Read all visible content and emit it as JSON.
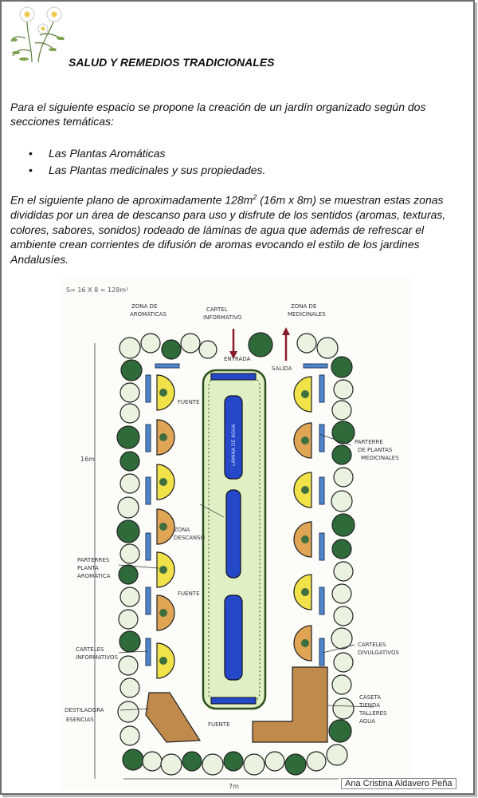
{
  "page": {
    "title": "SALUD Y REMEDIOS TRADICIONALES",
    "intro": "Para el siguiente espacio se propone  la creación de un jardín organizado según  dos secciones temáticas:",
    "list_items": [
      "Las Plantas Aromáticas",
      "Las Plantas medicinales y sus propiedades."
    ],
    "desc_before_sup": "En el siguiente plano de aproximadamente 128m",
    "desc_sup": "2",
    "desc_after_sup": " (16m x 8m) se muestran estas zonas divididas por un área de descanso para uso y disfrute de los sentidos (aromas, texturas, colores, sabores, sonidos) rodeado de láminas de agua que además de refrescar el ambiente crean corrientes de difusión de aromas evocando el estilo de los jardines Andalusíes.",
    "credit": "Ana Cristina Aldavero Peña"
  },
  "plan": {
    "top_note": "S= 16 X 8 = 128m²",
    "zona_aromaticas_1": "ZONA DE",
    "zona_aromaticas_2": "AROMÁTICAS",
    "cartel_informativo_1": "CARTEL",
    "cartel_informativo_2": "INFORMATIVO",
    "entrada": "ENTRADA",
    "zona_medicinales_1": "ZONA DE",
    "zona_medicinales_2": "MEDICINALES",
    "salida": "SALIDA",
    "fuente_1": "FUENTE",
    "fuente_2": "FUENTE",
    "fuente_3": "FUENTE",
    "height_label": "16m",
    "width_label": "7m",
    "zona_descanso_1": "ZONA",
    "zona_descanso_2": "DESCANSO",
    "lamina_agua": "LÁMINA DE AGUA",
    "parterres_aromatica_1": "PARTERRES",
    "parterres_aromatica_2": "PLANTA",
    "parterres_aromatica_3": "AROMÁTICA",
    "parterre_medicinales_1": "PARTERRE",
    "parterre_medicinales_2": "DE PLANTAS",
    "parterre_medicinales_3": "MEDICINALES",
    "carteles_informativos_1": "CARTELES",
    "carteles_informativos_2": "INFORMATIVOS",
    "carteles_divulgativos_1": "CARTELES",
    "carteles_divulgativos_2": "DIVULGATIVOS",
    "destiladora_1": "DESTILADORA",
    "destiladora_2": "ESENCIAS",
    "caseta_1": "CASETA",
    "caseta_2": "TIENDA",
    "caseta_3": "TALLERES",
    "caseta_4": "AGUA"
  },
  "colors": {
    "hedge_dark": "#2f6b3a",
    "hedge_light": "#e9f3df",
    "water": "#2448c8",
    "path": "#dff0c4",
    "bed_yellow": "#f1e24a",
    "bed_orange": "#e0a455",
    "wood": "#c08a4d",
    "bench": "#7a4a26",
    "pond_blue": "#4f86c9"
  }
}
